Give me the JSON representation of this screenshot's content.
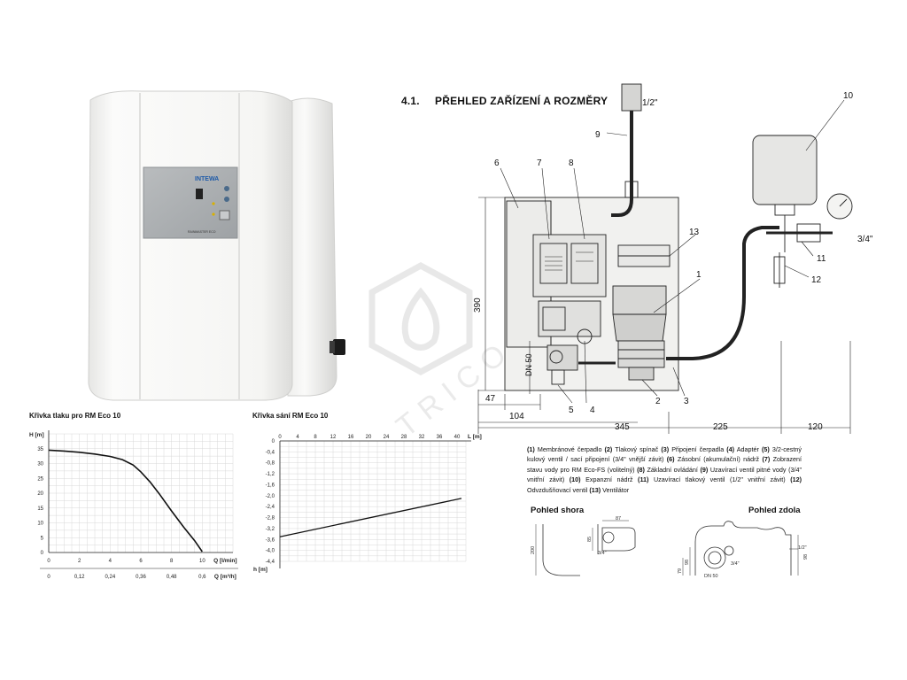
{
  "section": {
    "number": "4.1.",
    "title": "PŘEHLED ZAŘÍZENÍ A ROZMĚRY"
  },
  "product": {
    "brand": "INTEWA",
    "model": "RAINMASTER ECO",
    "colors": {
      "body": "#f4f4f2",
      "panel": "#a9adb0",
      "accent": "#1e5aa8"
    }
  },
  "watermark": "TRICO",
  "drawing": {
    "callouts": [
      "1",
      "2",
      "3",
      "4",
      "5",
      "6",
      "7",
      "8",
      "9",
      "10",
      "11",
      "12",
      "13"
    ],
    "pipe_top": "1/2\"",
    "pipe_right": "3/4\"",
    "dn_label": "DN 50",
    "dims": {
      "height": "390",
      "d47": "47",
      "d104": "104",
      "d345": "345",
      "d225": "225",
      "d120": "120"
    }
  },
  "legend": [
    {
      "n": "(1)",
      "t": " Membránové čerpadlo "
    },
    {
      "n": "(2)",
      "t": " Tlakový spínač "
    },
    {
      "n": "(3)",
      "t": " Připojení čerpadla "
    },
    {
      "n": "(4)",
      "t": " Adaptér "
    },
    {
      "n": "(5)",
      "t": " 3/2-cestný kulový ventil / sací připojení (3/4\" vnější závit) "
    },
    {
      "n": "(6)",
      "t": " Zásobní (akumulační) nádrž "
    },
    {
      "n": "(7)",
      "t": " Zobrazení stavu vody pro RM Eco-FS (volitelný) "
    },
    {
      "n": "(8)",
      "t": " Základní ovládání "
    },
    {
      "n": "(9)",
      "t": " Uzavírací ventil pitné vody (3/4\" vnitřní závit) "
    },
    {
      "n": "(10)",
      "t": " Expanzní nádrž "
    },
    {
      "n": "(11)",
      "t": " Uzavírací tlakový ventil (1/2\" vnitřní závit) "
    },
    {
      "n": "(12)",
      "t": " Odvzdušňovací ventil "
    },
    {
      "n": "(13)",
      "t": " Ventilátor"
    }
  ],
  "views": {
    "top": {
      "title": "Pohled shora",
      "labels": [
        "87",
        "85",
        "200",
        "3/4\""
      ]
    },
    "bottom": {
      "title": "Pohled zdola",
      "labels": [
        "1/2\"",
        "3/4\"",
        "98",
        "79",
        "98",
        "DN 50"
      ]
    }
  },
  "chart_data": [
    {
      "type": "line",
      "title": "Křivka tlaku pro RM Eco 10",
      "ylabel": "H [m]",
      "xlabel": "Q [l/min]",
      "xlabel2": "Q [m³/h]",
      "x_ticks": [
        "0",
        "2",
        "4",
        "6",
        "8",
        "10"
      ],
      "x2_ticks": [
        "0",
        "0,12",
        "0,24",
        "0,36",
        "0,48",
        "0,6"
      ],
      "y_ticks": [
        "0",
        "5",
        "10",
        "15",
        "20",
        "25",
        "30",
        "35"
      ],
      "xlim": [
        0,
        12
      ],
      "ylim": [
        0,
        40
      ],
      "grid": true,
      "x": [
        0,
        1,
        2,
        3,
        4,
        4.8,
        5.5,
        6,
        6.6,
        7.2,
        8,
        8.8,
        9.5,
        10
      ],
      "y": [
        34.5,
        34.2,
        33.8,
        33.2,
        32.4,
        31.3,
        29.5,
        27.2,
        23.8,
        19.8,
        14,
        8.5,
        4,
        0.3
      ]
    },
    {
      "type": "line",
      "title": "Křivka sání RM Eco 10",
      "ylabel": "h [m]",
      "xlabel": "L [m]",
      "x_ticks": [
        "0",
        "4",
        "8",
        "12",
        "16",
        "20",
        "24",
        "28",
        "32",
        "36",
        "40"
      ],
      "y_ticks": [
        "0",
        "-0,4",
        "-0,8",
        "-1,2",
        "-1,6",
        "-2,0",
        "-2,4",
        "-2,8",
        "-3,2",
        "-3,6",
        "-4,0",
        "-4,4"
      ],
      "xlim": [
        0,
        42
      ],
      "ylim": [
        -4.4,
        0
      ],
      "grid": true,
      "x": [
        0,
        41
      ],
      "y": [
        -3.5,
        -2.1
      ]
    }
  ]
}
